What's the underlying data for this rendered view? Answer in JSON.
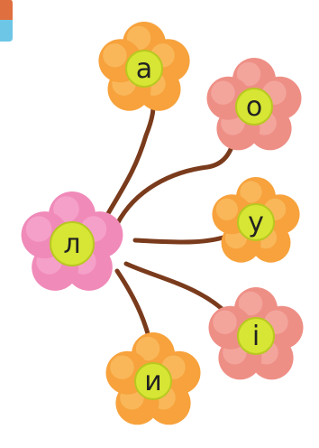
{
  "colors": {
    "background": "#ffffff",
    "stem": "#7a3b1c",
    "center_fill": "#d7e634",
    "center_stroke": "#b8c81f",
    "pink_petal": "#f08ab9",
    "pink_petal_light": "#f9b3d6",
    "salmon_petal": "#ee8f86",
    "salmon_petal_light": "#f7b8ae",
    "orange_petal": "#f7a23c",
    "orange_petal_light": "#fcc873",
    "corner_tab_top": "#e06f3f",
    "corner_tab_bottom": "#6ec6e6"
  },
  "diagram": {
    "root": {
      "letter": "л",
      "color": "pink"
    },
    "branches": [
      {
        "letter": "а",
        "color": "orange"
      },
      {
        "letter": "о",
        "color": "salmon"
      },
      {
        "letter": "у",
        "color": "orange"
      },
      {
        "letter": "і",
        "color": "salmon"
      },
      {
        "letter": "и",
        "color": "orange"
      }
    ]
  }
}
